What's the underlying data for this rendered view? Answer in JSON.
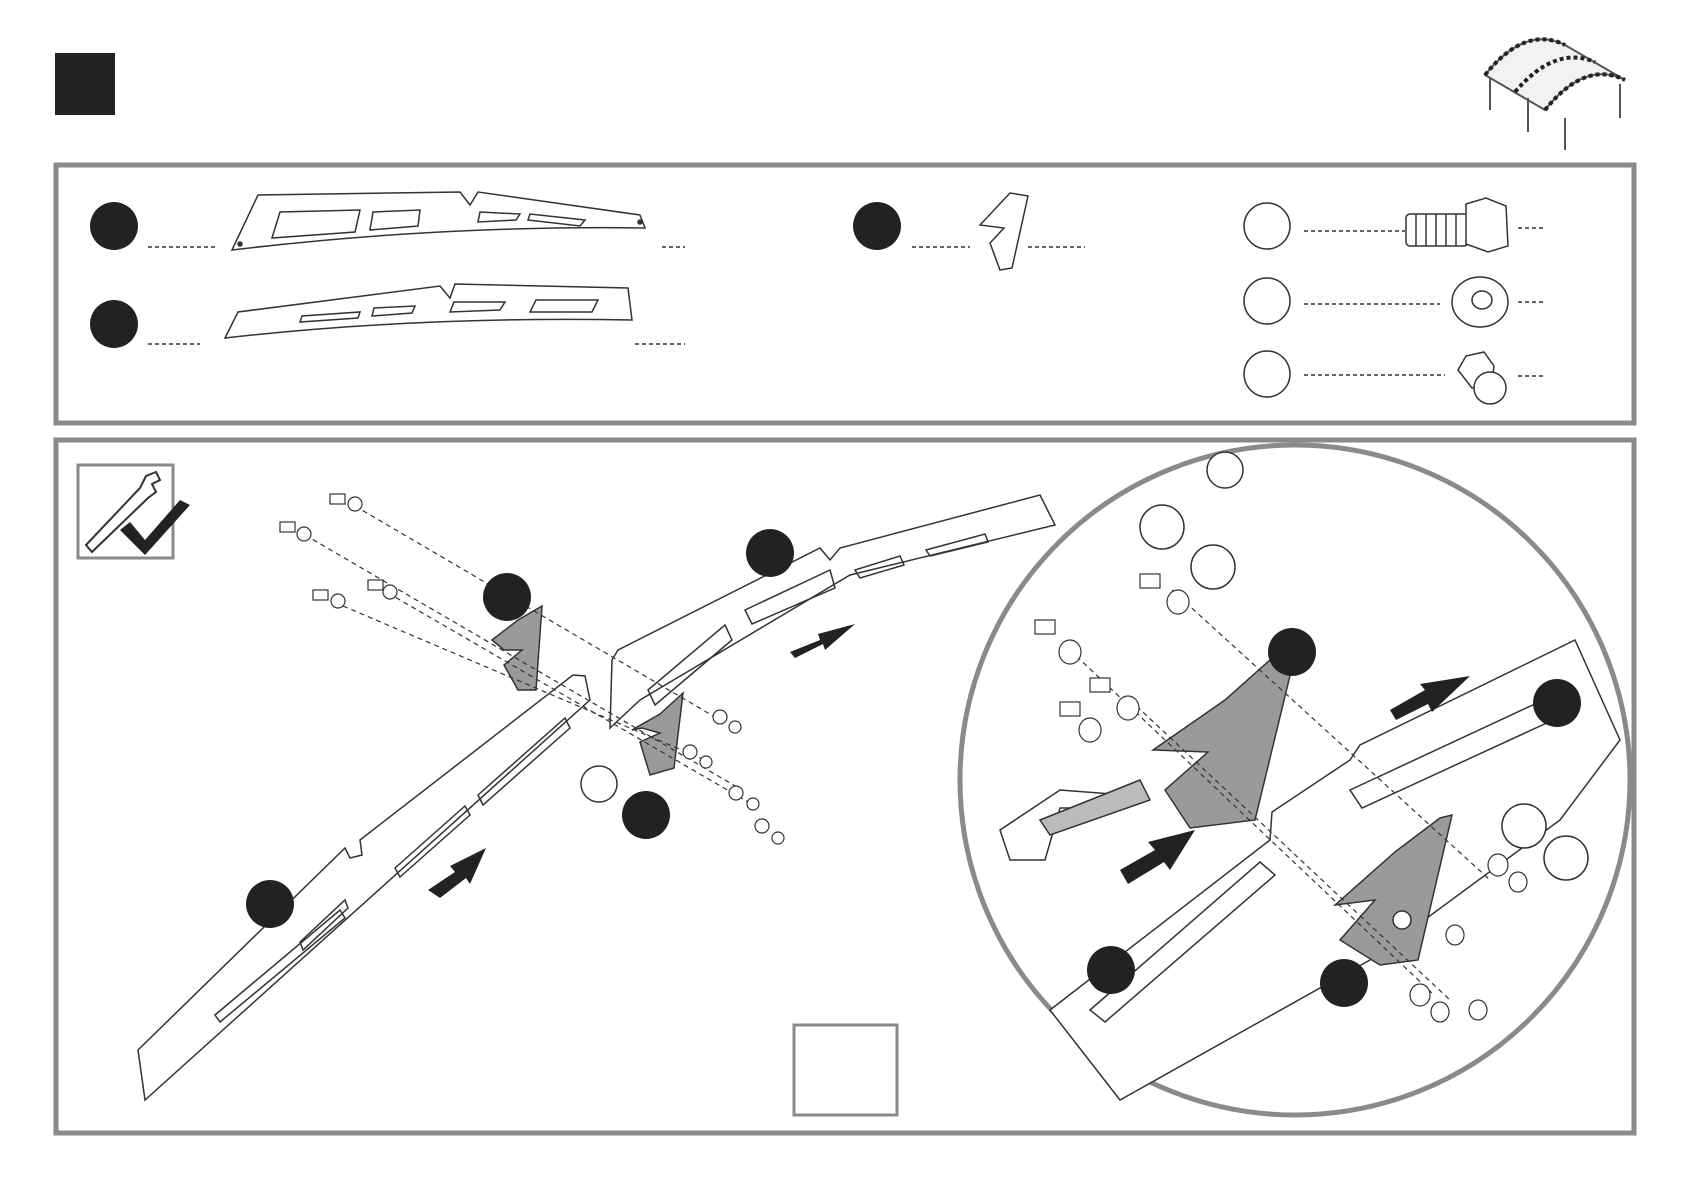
{
  "page": {
    "step_marker": "step-number-box",
    "product_thumbnail": "carport-canopy-icon"
  },
  "parts_panel": {
    "long_parts": [
      {
        "id": "",
        "name": "curved-rafter-a"
      },
      {
        "id": "",
        "name": "curved-rafter-b"
      }
    ],
    "plate_part": {
      "id": "",
      "name": "connector-plate"
    },
    "hardware": [
      {
        "id": "",
        "name": "hex-bolt",
        "icon": "bolt-icon"
      },
      {
        "id": "",
        "name": "flat-washer",
        "icon": "washer-icon"
      },
      {
        "id": "",
        "name": "cap-nut",
        "icon": "nut-icon"
      }
    ]
  },
  "assembly_panel": {
    "tool_hint": "wrench-check-icon",
    "arrows": [
      "push-arrow-left",
      "push-arrow-right"
    ],
    "quantity_box": ""
  },
  "colors": {
    "frame": "#8a8a8a",
    "callout": "#222222",
    "plate_fill": "#9a9a9a",
    "line": "#333333"
  }
}
